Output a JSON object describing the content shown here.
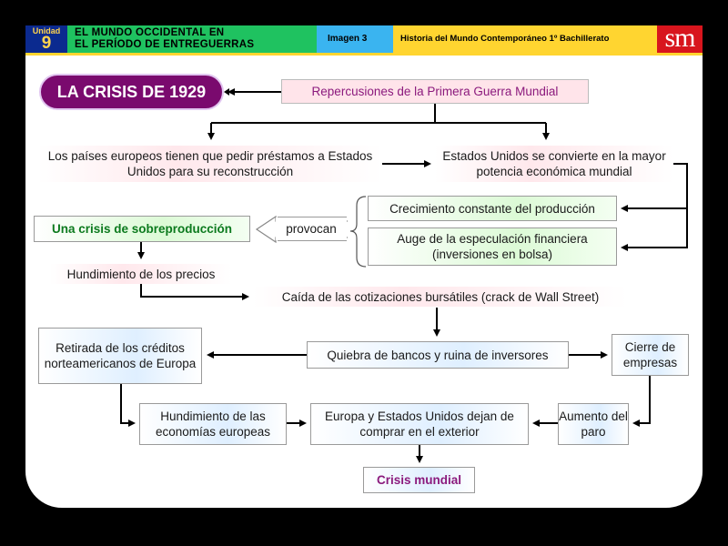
{
  "header": {
    "unit_label": "Unidad",
    "unit_number": "9",
    "title_line1": "EL MUNDO OCCIDENTAL EN",
    "title_line2": "EL PERÍODO DE ENTREGUERRAS",
    "image_label": "Imagen 3",
    "course": "Historia del Mundo Contemporáneo 1º Bachillerato",
    "logo": "sm"
  },
  "diagram": {
    "title": "LA CRISIS DE 1929",
    "repercusiones": "Repercusiones de la Primera Guerra Mundial",
    "paises": "Los países europeos tienen que pedir préstamos a Estados Unidos para su reconstrucción",
    "eeuu": "Estados Unidos se convierte en la mayor potencia económica mundial",
    "crecimiento": "Crecimiento constante del producción",
    "auge": "Auge de la especulación financiera (inversiones en bolsa)",
    "provocan": "provocan",
    "sobreproduccion": "Una crisis de sobreproducción",
    "hundimiento_precios": "Hundimiento de los precios",
    "caida": "Caída de las cotizaciones bursátiles (crack de Wall Street)",
    "retirada": "Retirada de los créditos norteamericanos de Europa",
    "quiebra": "Quiebra de bancos y ruina de inversores",
    "cierre": "Cierre de empresas",
    "hundimiento_economias": "Hundimiento de las economías europeas",
    "europa_eeuu": "Europa y Estados Unidos dejan de comprar en el exterior",
    "paro": "Aumento del paro",
    "crisis_mundial": "Crisis mundial"
  },
  "colors": {
    "title_bg": "#7a0a6e",
    "purple_text": "#8b1a7d",
    "green_text": "#0c7a1e",
    "header_unit": "#0b2a8f",
    "header_green": "#1fc260",
    "header_blue": "#3ab4f0",
    "header_yellow": "#ffd530",
    "logo_red": "#d8151d"
  }
}
